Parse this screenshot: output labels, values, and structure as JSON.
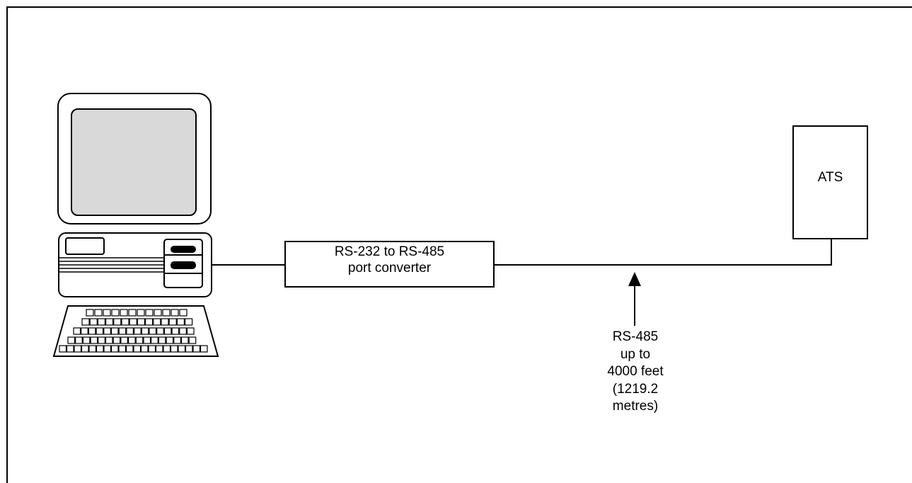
{
  "converter": {
    "line1": "RS-232 to RS-485",
    "line2": "port converter"
  },
  "ats": {
    "label": "ATS"
  },
  "link": {
    "line1": "RS-485",
    "line2": "up to",
    "line3": "4000 feet",
    "line4": "(1219.2",
    "line5": "metres)"
  },
  "icons": [
    "computer-icon",
    "keyboard-icon",
    "arrow-up-icon"
  ]
}
